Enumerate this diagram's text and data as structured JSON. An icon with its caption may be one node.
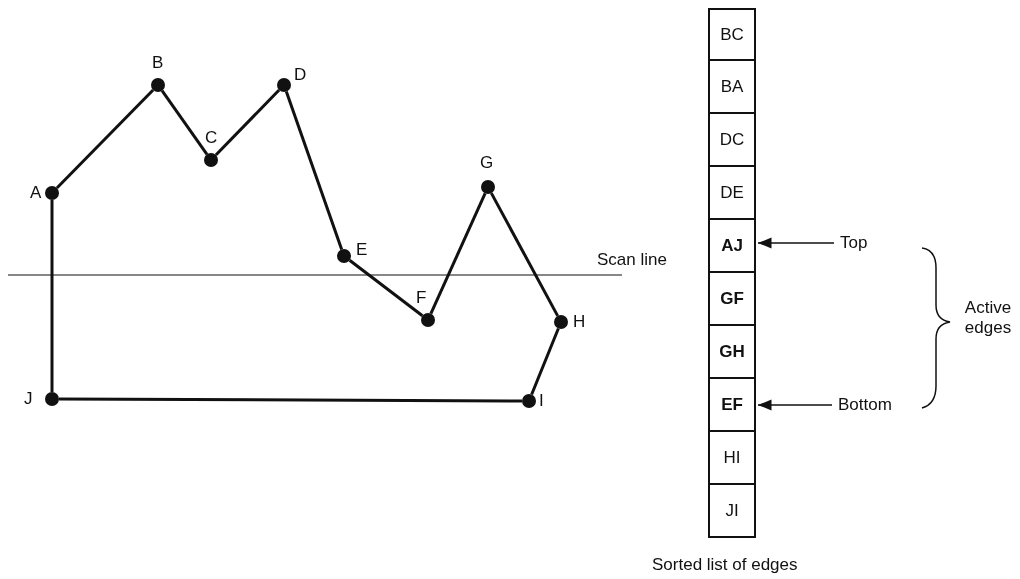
{
  "diagram": {
    "caption": "Sorted list of edges",
    "nodes": [
      {
        "text": [],
        "shape": "circle",
        "beside": [
          "A"
        ]
      },
      {
        "text": [],
        "shape": "circle",
        "beside": [
          "B"
        ]
      },
      {
        "text": [],
        "shape": "circle",
        "beside": [
          "C"
        ]
      },
      {
        "text": [],
        "shape": "circle",
        "beside": [
          "D"
        ]
      },
      {
        "text": [],
        "shape": "circle",
        "beside": [
          "E"
        ]
      },
      {
        "text": [],
        "shape": "circle",
        "beside": [
          "F"
        ]
      },
      {
        "text": [],
        "shape": "circle",
        "beside": [
          "G"
        ]
      },
      {
        "text": [],
        "shape": "circle",
        "beside": [
          "H"
        ]
      },
      {
        "text": [],
        "shape": "circle",
        "beside": [
          "I"
        ]
      },
      {
        "text": [],
        "shape": "circle",
        "beside": [
          "J"
        ]
      },
      {
        "text": [
          "BC"
        ]
      },
      {
        "text": [
          "BA"
        ]
      },
      {
        "text": [
          "DC"
        ]
      },
      {
        "text": [
          "DE"
        ]
      },
      {
        "text": [
          "AJ"
        ]
      },
      {
        "text": [
          "GF"
        ]
      },
      {
        "text": [
          "GH"
        ]
      },
      {
        "text": [
          "EF"
        ]
      },
      {
        "text": [
          "HI"
        ]
      },
      {
        "text": [
          "JI"
        ]
      },
      {
        "text": [
          "Top"
        ]
      },
      {
        "text": [
          "Bottom"
        ]
      }
    ],
    "edges": [
      {
        "from": 0,
        "to": 1,
        "arrow": "none"
      },
      {
        "from": 1,
        "to": 2,
        "arrow": "none"
      },
      {
        "from": 2,
        "to": 3,
        "arrow": "none"
      },
      {
        "from": 3,
        "to": 4,
        "arrow": "none"
      },
      {
        "from": 4,
        "to": 5,
        "arrow": "none"
      },
      {
        "from": 5,
        "to": 6,
        "arrow": "none"
      },
      {
        "from": 6,
        "to": 7,
        "arrow": "none"
      },
      {
        "from": 7,
        "to": 8,
        "arrow": "none"
      },
      {
        "from": 8,
        "to": 9,
        "arrow": "none"
      },
      {
        "from": 9,
        "to": 0,
        "arrow": "none"
      },
      {
        "from": 20,
        "to": 14,
        "arrow": "to"
      },
      {
        "from": 21,
        "to": 17,
        "arrow": "to"
      }
    ],
    "labels": [
      "Scan line",
      "Active edges"
    ]
  }
}
